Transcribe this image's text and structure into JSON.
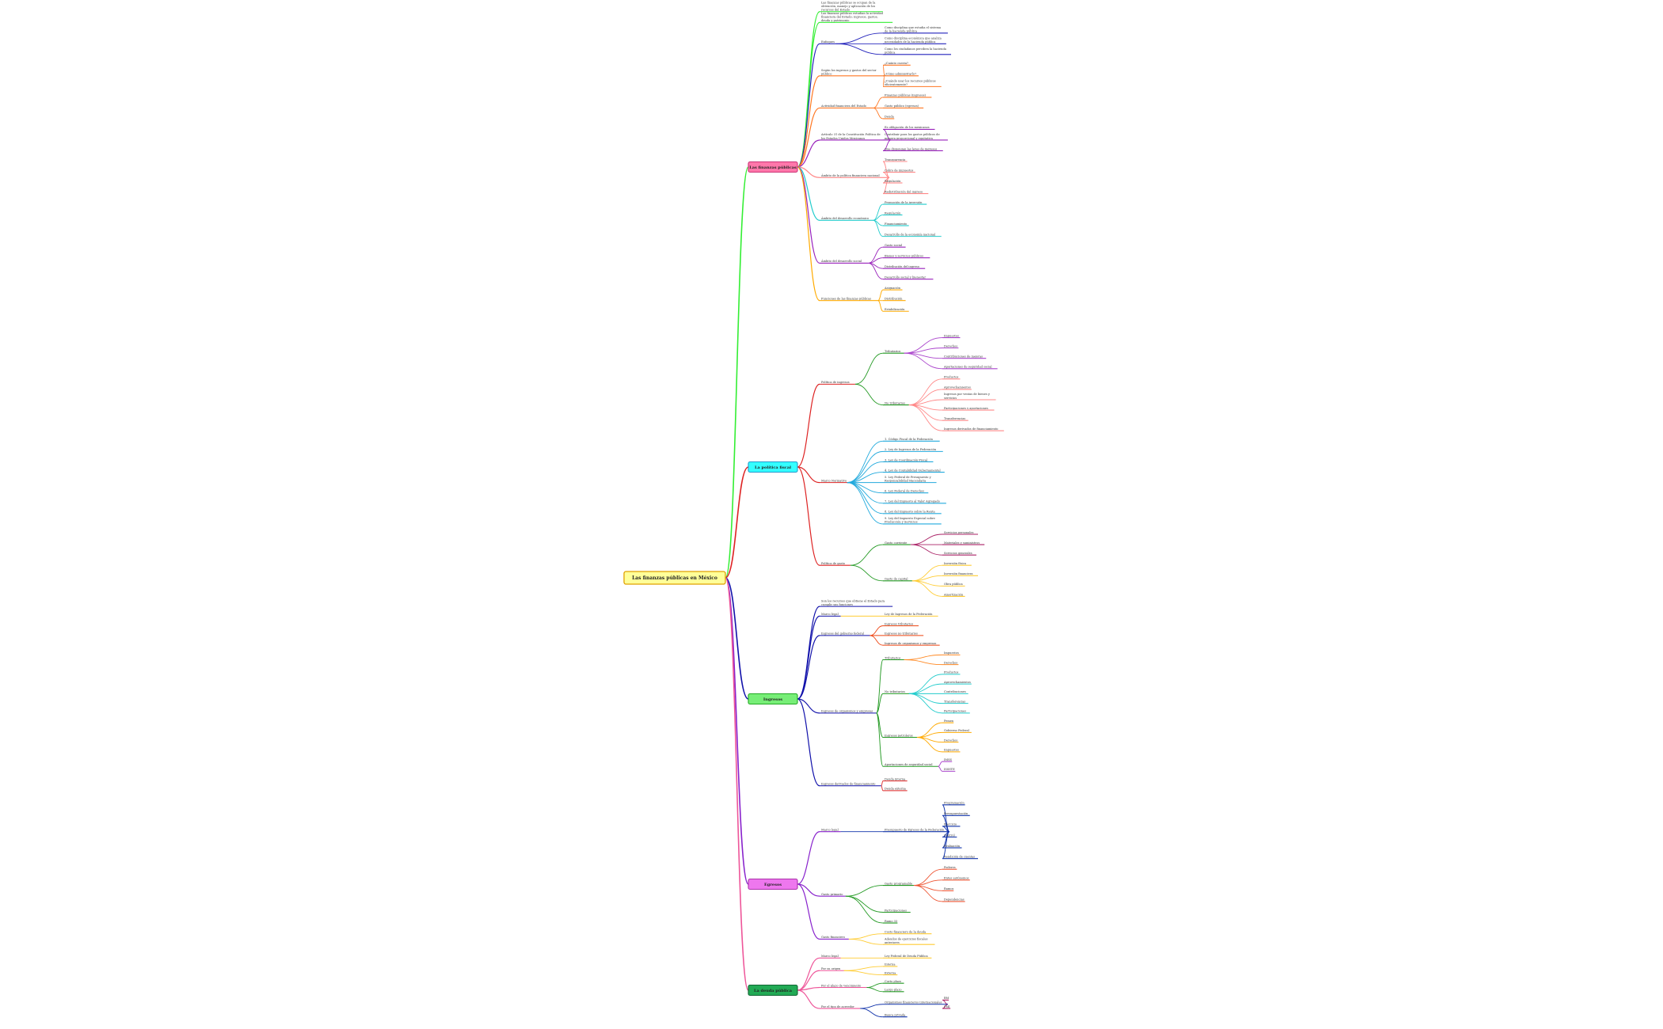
{
  "mindmap": {
    "root": {
      "label": "Las finanzas públicas en México",
      "fill": "#ffff99",
      "border": "#e0a000"
    },
    "branches": [
      {
        "label": "Las finanzas públicas",
        "fill": "#ff77aa",
        "border": "#cc3377",
        "color": "#33ee33",
        "children": [
          {
            "label": "Las finanzas públicas se ocupan de la obtención, manejo y aplicación de los recursos del Estado",
            "color": "#33ee33"
          },
          {
            "label": "Las finanzas públicas estudian la actividad financiera del Estado: ingresos, gastos, deuda y patrimonio",
            "color": "#33ee33"
          },
          {
            "label": "Enfoques",
            "color": "#2222bb",
            "children": [
              {
                "label": "Como disciplina que estudia el sistema de la hacienda pública",
                "color": "#2222bb"
              },
              {
                "label": "Como disciplina económica que analiza necesidades de la hacienda pública",
                "color": "#2222bb"
              },
              {
                "label": "Como los ciudadanos perciben la hacienda pública",
                "color": "#2222bb"
              }
            ]
          },
          {
            "label": "Según los ingresos y gastos del sector público",
            "color": "#ff7722",
            "children": [
              {
                "label": "¿Cuánto cuesta?",
                "color": "#ff7722"
              },
              {
                "label": "¿Cómo administrarlo?",
                "color": "#ff7722"
              },
              {
                "label": "¿Cuándo usar los recursos públicos eficientemente?",
                "color": "#ff7722"
              }
            ]
          },
          {
            "label": "Actividad financiera del Estado",
            "color": "#ff7722",
            "children": [
              {
                "label": "Finanzas públicas (ingresos)",
                "color": "#ff7722"
              },
              {
                "label": "Gasto público (egresos)",
                "color": "#ff7722"
              },
              {
                "label": "Deuda",
                "color": "#ff7722"
              }
            ]
          },
          {
            "label": "Artículo 31 de la Constitución Política de los Estados Unidos Mexicanos",
            "color": "#9922bb",
            "children": [
              {
                "label": "Es obligación de los mexicanos",
                "color": "#9922bb"
              },
              {
                "label": "Contribuir para los gastos públicos de manera proporcional y equitativa",
                "color": "#9922bb"
              },
              {
                "label": "Que dispongan las leyes de ingresos",
                "color": "#9922bb"
              }
            ]
          },
          {
            "label": "Ámbito de la política financiera nacional",
            "color": "#ff8888",
            "children": [
              {
                "label": "Transparencia",
                "color": "#ff8888"
              },
              {
                "label": "Cobro de impuestos",
                "color": "#ff8888"
              },
              {
                "label": "Regulación",
                "color": "#ff8888"
              },
              {
                "label": "Redistribución del ingreso",
                "color": "#ff8888"
              }
            ]
          },
          {
            "label": "Ámbito del desarrollo económico",
            "color": "#22cccc",
            "children": [
              {
                "label": "Promoción de la inversión",
                "color": "#22cccc"
              },
              {
                "label": "Regulación",
                "color": "#22cccc"
              },
              {
                "label": "Financiamiento",
                "color": "#22cccc"
              },
              {
                "label": "Desarrollo de la economía nacional",
                "color": "#22cccc"
              }
            ]
          },
          {
            "label": "Ámbito del desarrollo social",
            "color": "#9922bb",
            "children": [
              {
                "label": "Gasto social",
                "color": "#9922bb"
              },
              {
                "label": "Bienes y servicios públicos",
                "color": "#9922bb"
              },
              {
                "label": "Distribución del ingreso",
                "color": "#9922bb"
              },
              {
                "label": "Desarrollo social y bienestar",
                "color": "#9922bb"
              }
            ]
          },
          {
            "label": "Funciones de las finanzas públicas",
            "color": "#ffaa00",
            "children": [
              {
                "label": "Asignación",
                "color": "#ffaa00"
              },
              {
                "label": "Distribución",
                "color": "#ffaa00"
              },
              {
                "label": "Estabilización",
                "color": "#ffaa00"
              }
            ]
          }
        ]
      },
      {
        "label": "La política fiscal",
        "fill": "#33ffff",
        "border": "#2299cc",
        "color": "#dd2222",
        "children": [
          {
            "label": "Política de ingresos",
            "color": "#dd2222",
            "children": [
              {
                "label": "Tributarios",
                "color": "#229922",
                "children": [
                  {
                    "label": "Impuestos",
                    "color": "#aa44cc"
                  },
                  {
                    "label": "Derechos",
                    "color": "#aa44cc"
                  },
                  {
                    "label": "Contribuciones de mejoras",
                    "color": "#aa44cc"
                  },
                  {
                    "label": "Aportaciones de seguridad social",
                    "color": "#aa44cc"
                  }
                ]
              },
              {
                "label": "No tributarios",
                "color": "#229922",
                "children": [
                  {
                    "label": "Productos",
                    "color": "#ff8888"
                  },
                  {
                    "label": "Aprovechamientos",
                    "color": "#ff8888"
                  },
                  {
                    "label": "Ingresos por ventas de bienes y servicios",
                    "color": "#ff8888"
                  },
                  {
                    "label": "Participaciones y aportaciones",
                    "color": "#ff8888"
                  },
                  {
                    "label": "Transferencias",
                    "color": "#ff8888"
                  },
                  {
                    "label": "Ingresos derivados de financiamiento",
                    "color": "#ff8888"
                  }
                ]
              }
            ]
          },
          {
            "label": "Marco Normativo",
            "color": "#dd2222",
            "children": [
              {
                "label": "1. Código Fiscal de la Federación",
                "color": "#22aadd"
              },
              {
                "label": "2. Ley de Ingresos de la Federación",
                "color": "#22aadd"
              },
              {
                "label": "3. Ley de Coordinación Fiscal",
                "color": "#22aadd"
              },
              {
                "label": "4. Ley de Contabilidad Gubernamental",
                "color": "#22aadd"
              },
              {
                "label": "5. Ley Federal de Presupuesto y Responsabilidad Hacendaria",
                "color": "#22aadd"
              },
              {
                "label": "6. Ley Federal de Derechos",
                "color": "#22aadd"
              },
              {
                "label": "7. Ley del Impuesto al Valor Agregado",
                "color": "#22aadd"
              },
              {
                "label": "8. Ley del Impuesto sobre la Renta",
                "color": "#22aadd"
              },
              {
                "label": "9. Ley del Impuesto Especial sobre Producción y Servicios",
                "color": "#22aadd"
              }
            ]
          },
          {
            "label": "Política de gasto",
            "color": "#dd2222",
            "children": [
              {
                "label": "Gasto corriente",
                "color": "#229922",
                "children": [
                  {
                    "label": "Servicios personales",
                    "color": "#aa2266"
                  },
                  {
                    "label": "Materiales y suministros",
                    "color": "#aa2266"
                  },
                  {
                    "label": "Servicios generales",
                    "color": "#aa2266"
                  }
                ]
              },
              {
                "label": "Gasto de capital",
                "color": "#229922",
                "children": [
                  {
                    "label": "Inversión física",
                    "color": "#ffcc33"
                  },
                  {
                    "label": "Inversión financiera",
                    "color": "#ffcc33"
                  },
                  {
                    "label": "Obra pública",
                    "color": "#ffcc33"
                  },
                  {
                    "label": "Amortización",
                    "color": "#ffcc33"
                  }
                ]
              }
            ]
          }
        ]
      },
      {
        "label": "Ingresos",
        "fill": "#77ee77",
        "border": "#22aa22",
        "color": "#1111aa",
        "children": [
          {
            "label": "Son los recursos que obtiene el Estado para cumplir sus funciones",
            "color": "#1111aa"
          },
          {
            "label": "Marco legal",
            "color": "#1111aa",
            "children": [
              {
                "label": "Ley de Ingresos de la Federación",
                "color": "#ffcc33"
              }
            ]
          },
          {
            "label": "Ingresos del gobierno federal",
            "color": "#1111aa",
            "children": [
              {
                "label": "Ingresos tributarios",
                "color": "#ee4411"
              },
              {
                "label": "Ingresos no tributarios",
                "color": "#ee4411"
              },
              {
                "label": "Ingresos de organismos y empresas",
                "color": "#ee4411"
              }
            ]
          },
          {
            "label": "Ingresos de organismos y empresas",
            "color": "#1111aa",
            "children": [
              {
                "label": "Tributarios",
                "color": "#229922",
                "children": [
                  {
                    "label": "Impuestos",
                    "color": "#ff8822"
                  },
                  {
                    "label": "Derechos",
                    "color": "#ff8822"
                  }
                ]
              },
              {
                "label": "No tributarios",
                "color": "#229922",
                "children": [
                  {
                    "label": "Productos",
                    "color": "#22cccc"
                  },
                  {
                    "label": "Aprovechamientos",
                    "color": "#22cccc"
                  },
                  {
                    "label": "Contribuciones",
                    "color": "#22cccc"
                  },
                  {
                    "label": "Transferencias",
                    "color": "#22cccc"
                  },
                  {
                    "label": "Participaciones",
                    "color": "#22cccc"
                  }
                ]
              },
              {
                "label": "Ingresos petroleros",
                "color": "#229922",
                "children": [
                  {
                    "label": "Pemex",
                    "color": "#ffaa00"
                  },
                  {
                    "label": "Gobierno Federal",
                    "color": "#ffaa00"
                  },
                  {
                    "label": "Derechos",
                    "color": "#ffaa00"
                  },
                  {
                    "label": "Impuestos",
                    "color": "#ffaa00"
                  }
                ]
              },
              {
                "label": "Aportaciones de seguridad social",
                "color": "#229922",
                "children": [
                  {
                    "label": "IMSS",
                    "color": "#aa44cc"
                  },
                  {
                    "label": "ISSSTE",
                    "color": "#aa44cc"
                  }
                ]
              }
            ]
          },
          {
            "label": "Ingresos derivados de financiamiento",
            "color": "#1111aa",
            "children": [
              {
                "label": "Deuda interna",
                "color": "#dd2222"
              },
              {
                "label": "Deuda externa",
                "color": "#dd2222"
              }
            ]
          }
        ]
      },
      {
        "label": "Egresos",
        "fill": "#ee77ee",
        "border": "#aa33aa",
        "color": "#8822cc",
        "children": [
          {
            "label": "Marco legal",
            "color": "#8822cc",
            "children": [
              {
                "label": "Presupuesto de Egresos de la Federación",
                "color": "#1133aa",
                "children": [
                  {
                    "label": "Programación",
                    "color": "#1133aa"
                  },
                  {
                    "label": "Presupuestación",
                    "color": "#1133aa"
                  },
                  {
                    "label": "Ejercicio",
                    "color": "#1133aa"
                  },
                  {
                    "label": "Control",
                    "color": "#1133aa"
                  },
                  {
                    "label": "Evaluación",
                    "color": "#1133aa"
                  },
                  {
                    "label": "Rendición de cuentas",
                    "color": "#1133aa"
                  }
                ]
              }
            ]
          },
          {
            "label": "Gasto primario",
            "color": "#8822cc",
            "children": [
              {
                "label": "Gasto programable",
                "color": "#229922",
                "children": [
                  {
                    "label": "Poderes",
                    "color": "#ee5533"
                  },
                  {
                    "label": "Entes autónomos",
                    "color": "#ee5533"
                  },
                  {
                    "label": "Ramos",
                    "color": "#ee5533"
                  },
                  {
                    "label": "Dependencias",
                    "color": "#ee5533"
                  }
                ]
              },
              {
                "label": "Participaciones",
                "color": "#229922"
              },
              {
                "label": "Ramo 33",
                "color": "#229922"
              }
            ]
          },
          {
            "label": "Gasto financiero",
            "color": "#8822cc",
            "children": [
              {
                "label": "Costo financiero de la deuda",
                "color": "#ffcc33"
              },
              {
                "label": "Adeudos de ejercicios fiscales anteriores",
                "color": "#ffcc33"
              }
            ]
          }
        ]
      },
      {
        "label": "La deuda pública",
        "fill": "#22aa55",
        "border": "#116633",
        "color": "#ee5599",
        "children": [
          {
            "label": "Marco legal",
            "color": "#ee5599",
            "children": [
              {
                "label": "Ley Federal de Deuda Pública",
                "color": "#ffcc33"
              }
            ]
          },
          {
            "label": "Por su origen",
            "color": "#ee5599",
            "children": [
              {
                "label": "Interna",
                "color": "#ffcc33"
              },
              {
                "label": "Externa",
                "color": "#ffcc33"
              }
            ]
          },
          {
            "label": "Por el plazo de vencimiento",
            "color": "#ee5599",
            "children": [
              {
                "label": "Corto plazo",
                "color": "#229922"
              },
              {
                "label": "Largo plazo",
                "color": "#229922"
              }
            ]
          },
          {
            "label": "Por el tipo de acreedor",
            "color": "#ee5599",
            "children": [
              {
                "label": "Organismos financieros internacionales",
                "color": "#1133aa",
                "children": [
                  {
                    "label": "BM",
                    "color": "#aa2266"
                  },
                  {
                    "label": "FMI",
                    "color": "#aa2266"
                  }
                ]
              },
              {
                "label": "Banca privada",
                "color": "#1133aa"
              }
            ]
          }
        ]
      }
    ]
  }
}
